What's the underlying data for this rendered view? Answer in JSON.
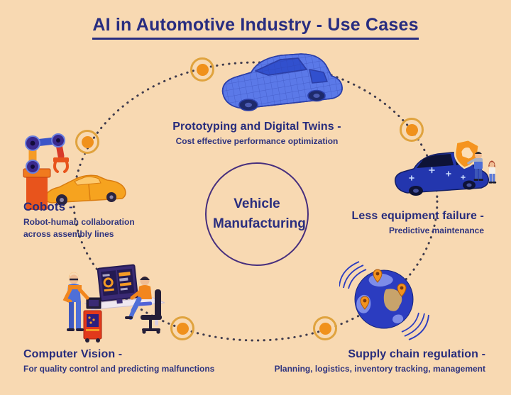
{
  "title": "AI in Automotive Industry - Use Cases",
  "center": {
    "label": "Vehicle Manufacturing"
  },
  "use_cases": [
    {
      "id": "prototyping",
      "heading": "Prototyping and Digital Twins -",
      "description": "Cost effective performance optimization",
      "illustration": "digital-twin-3d-car"
    },
    {
      "id": "cobots",
      "heading": "Cobots -",
      "description": "Robot-human collaboration across assembly lines",
      "illustration": "robot-arm-assembling-car"
    },
    {
      "id": "less-failure",
      "heading": "Less equipment failure -",
      "description": "Predictive maintenance",
      "illustration": "car-with-mechanics-and-shield"
    },
    {
      "id": "computer-vision",
      "heading": "Computer Vision -",
      "description": "For quality control and predicting malfunctions",
      "illustration": "inspection-monitor-workstation"
    },
    {
      "id": "supply-chain",
      "heading": "Supply chain regulation -",
      "description": "Planning, logistics, inventory tracking, management",
      "illustration": "globe-with-location-pins"
    }
  ],
  "orbit": {
    "node_count": 5
  },
  "colors": {
    "background": "#f8d9b2",
    "text_navy": "#2a2e7f",
    "node_orange": "#f0911c",
    "node_ring": "#e0a33e",
    "center_circle_border": "#472f7d",
    "dotted_path": "#3f3b4d",
    "car_blue": "#5b79e8",
    "car_dark_blue": "#2336ae",
    "accent_orange": "#f6a31f"
  }
}
